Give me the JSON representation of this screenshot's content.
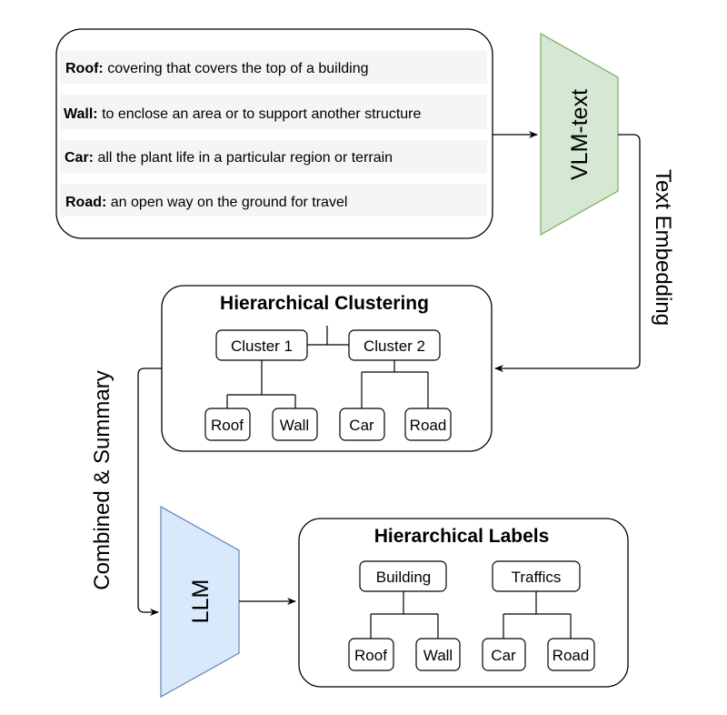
{
  "definitions": [
    {
      "term": "Roof:",
      "text": " covering that covers the top of a building"
    },
    {
      "term": "Wall:",
      "text": " to enclose an area or to support another structure"
    },
    {
      "term": "Car:",
      "text": " all the plant life in a particular region or terrain"
    },
    {
      "term": "Road:",
      "text": " an open way on the ground for travel"
    }
  ],
  "vlm_text_label": "VLM-text",
  "text_embedding_label": "Text Embedding",
  "clustering": {
    "title": "Hierarchical Clustering",
    "clusters": [
      "Cluster 1",
      "Cluster 2"
    ],
    "leaves": [
      "Roof",
      "Wall",
      "Car",
      "Road"
    ]
  },
  "combined_summary_label": "Combined & Summary",
  "llm_label": "LLM",
  "labels": {
    "title": "Hierarchical Labels",
    "parents": [
      "Building",
      "Traffics"
    ],
    "leaves": [
      "Roof",
      "Wall",
      "Car",
      "Road"
    ]
  },
  "colors": {
    "vlm_fill": "#d5e8d4",
    "vlm_stroke": "#82b366",
    "llm_fill": "#dae8fc",
    "llm_stroke": "#6c8ebf",
    "row_bg": "#f5f5f5",
    "line": "#000000"
  }
}
